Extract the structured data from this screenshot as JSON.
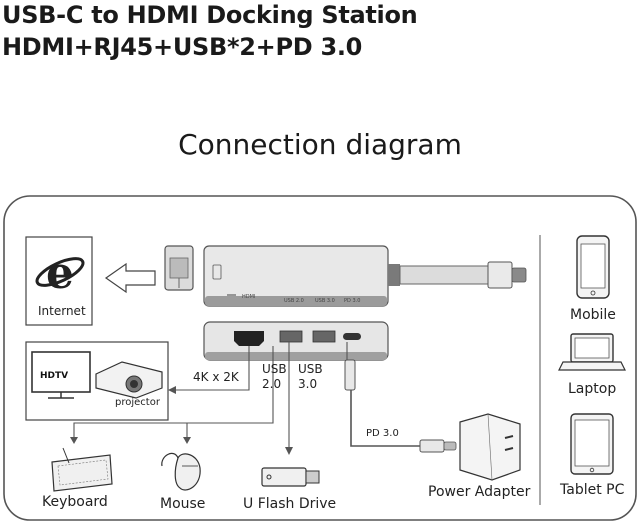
{
  "header": {
    "title_line1": "USB-C to HDMI Docking Station",
    "title_line2": "HDMI+RJ45+USB*2+PD 3.0"
  },
  "diagram": {
    "heading": "Connection diagram",
    "hub_port_labels": [
      "HDMI",
      "USB 2.0",
      "USB 3.0",
      "PD 3.0"
    ],
    "hdmi_output_label": "4K x 2K",
    "usb20_label": [
      "USB",
      "2.0"
    ],
    "usb30_label": [
      "USB",
      "3.0"
    ],
    "pd_label": "PD 3.0",
    "devices": {
      "internet": "Internet",
      "hdtv": "HDTV",
      "projector": "projector",
      "keyboard": "Keyboard",
      "mouse": "Mouse",
      "flash_drive": "U Flash Drive",
      "power_adapter": "Power Adapter",
      "mobile": "Mobile",
      "laptop": "Laptop",
      "tablet": "Tablet PC"
    }
  }
}
